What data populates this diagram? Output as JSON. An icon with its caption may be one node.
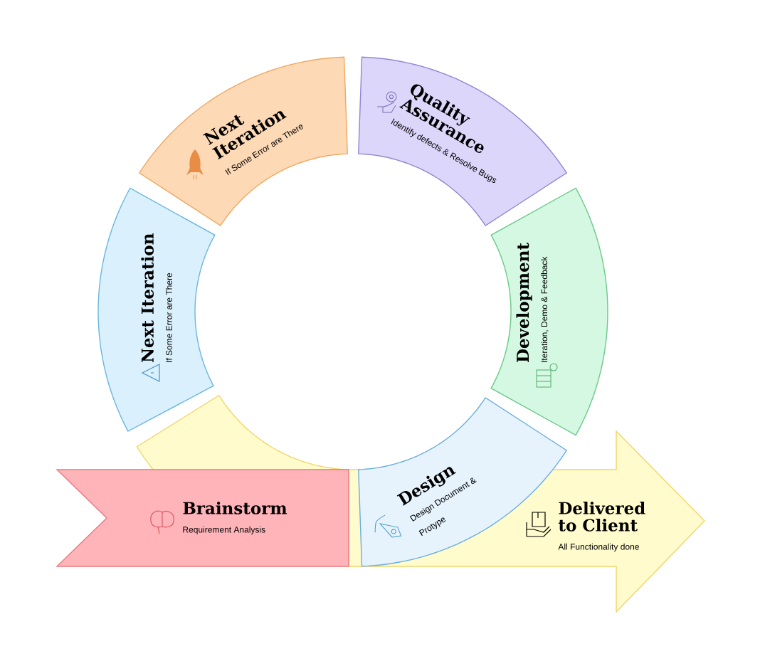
{
  "diagram": {
    "nodes": [
      {
        "text": [
          "Brainstorm",
          "Requirement Analysis"
        ]
      },
      {
        "text": [
          "Design",
          "Design Document & Protype"
        ]
      },
      {
        "text": [
          "Development",
          "Iteration, Demo & Feedback"
        ]
      },
      {
        "text": [
          "Quality Assurance",
          "Identify defects & Resolve Bugs"
        ]
      },
      {
        "text": [
          "Next Iteration",
          "If Some Error are There"
        ]
      },
      {
        "text": [
          "Next Iteration",
          "If Some Error are There"
        ]
      },
      {
        "text": [],
        "shape": "band"
      },
      {
        "text": [
          "Delivered to Client",
          "All Functionality done"
        ]
      }
    ]
  }
}
